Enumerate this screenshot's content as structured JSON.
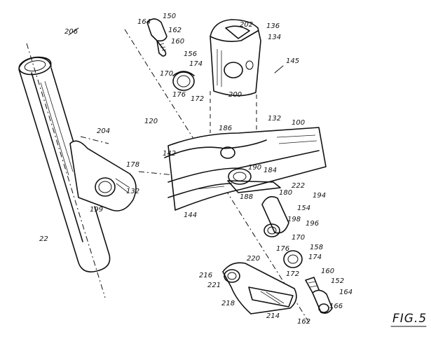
{
  "figure_label": "FIG.5",
  "labels": {
    "l206": "206",
    "l204": "204",
    "l22": "22",
    "l132a": "132",
    "l199": "199",
    "l164a": "164",
    "l150": "150",
    "l162a": "162",
    "l160a": "160",
    "l156": "156",
    "l174a": "174",
    "l170a": "170",
    "l176a": "176",
    "l172a": "172",
    "l202": "202",
    "l136": "136",
    "l134": "134",
    "l200": "200",
    "l145": "145",
    "l120": "120",
    "l186": "186",
    "l132b": "132",
    "l100": "100",
    "l178": "178",
    "l142": "142",
    "l190": "190",
    "l184": "184",
    "l222": "222",
    "l188": "188",
    "l180": "180",
    "l194": "194",
    "l154": "154",
    "l198": "198",
    "l196": "196",
    "l144": "144",
    "l170b": "170",
    "l158": "158",
    "l176b": "176",
    "l174b": "174",
    "l172b": "172",
    "l216": "216",
    "l220": "220",
    "l221": "221",
    "l218": "218",
    "l214": "214",
    "l162b": "162",
    "l160b": "160",
    "l152": "152",
    "l164b": "164",
    "l166": "166"
  }
}
